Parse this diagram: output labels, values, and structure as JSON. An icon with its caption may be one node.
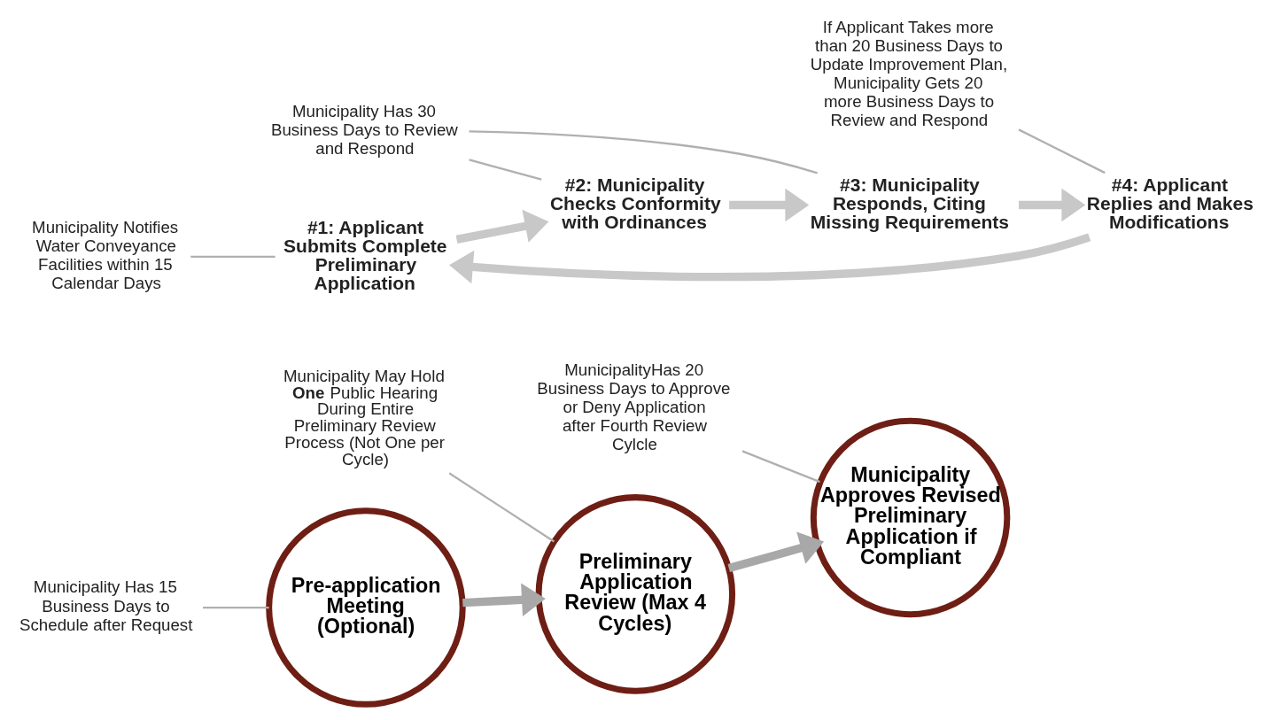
{
  "diagram": {
    "nodes": [
      {
        "text": [
          "Pre-application Meeting (Optional)"
        ]
      },
      {
        "text": [
          "Preliminary Application Review (Max 4 Cycles)"
        ]
      },
      {
        "text": [
          "Municipality Approves Revised Preliminary Application if Compliant"
        ]
      },
      {
        "text": [
          "#1: Applicant Submits Complete Preliminary Application"
        ]
      },
      {
        "text": [
          "#2: Municipality Checks Conformity with Ordinances"
        ]
      },
      {
        "text": [
          "#3: Municipality Responds, Citing Missing Requirements"
        ]
      },
      {
        "text": [
          "#4: Applicant Replies and Makes Modifications"
        ]
      },
      {
        "text": [
          "Municipality Notifies Water Conveyance Facilities within 15 Calendar Days"
        ]
      },
      {
        "text": [
          "Municipality Has 15 Business Days to Schedule after Request"
        ]
      },
      {
        "text": [
          "If Applicant Takes more than 20 Business Days to Update Improvement Plan, Municipality Gets 20 more Business Days to Review and Respond"
        ]
      },
      {
        "text": [
          "Municipality May Hold **One** Public Hearing During Entire Preliminary Review Process (Not One per Cycle)"
        ]
      },
      {
        "text": [
          "Municipality Has 30 Business Days to Review and Respond"
        ]
      },
      {
        "text": [
          "MunicipalityHas 20 Business Days to Approve or Deny Application after Fourth Review Cylcle"
        ]
      }
    ],
    "edges": [
      {
        "from": 0,
        "to": 1,
        "arrow": "to",
        "style": "thick"
      },
      {
        "from": 1,
        "to": 2,
        "arrow": "to",
        "style": "thick"
      },
      {
        "from": 3,
        "to": 4,
        "arrow": "to",
        "style": "thick",
        "color": "#c8c8c8"
      },
      {
        "from": 4,
        "to": 5,
        "arrow": "to",
        "style": "thick",
        "color": "#c8c8c8"
      },
      {
        "from": 5,
        "to": 6,
        "arrow": "to",
        "style": "thick",
        "color": "#c8c8c8"
      },
      {
        "from": 6,
        "to": 3,
        "arrow": "to",
        "style": "thick",
        "color": "#c8c8c8"
      },
      {
        "from": 7,
        "to": 3,
        "arrow": "none"
      },
      {
        "from": 8,
        "to": 0,
        "arrow": "none"
      },
      {
        "from": 9,
        "to": 6,
        "arrow": "none"
      },
      {
        "from": 10,
        "to": 1,
        "arrow": "none"
      },
      {
        "from": 11,
        "to": 5,
        "arrow": "none"
      },
      {
        "from": 11,
        "to": 4,
        "arrow": "none"
      },
      {
        "from": 12,
        "to": 2,
        "arrow": "none"
      }
    ]
  }
}
